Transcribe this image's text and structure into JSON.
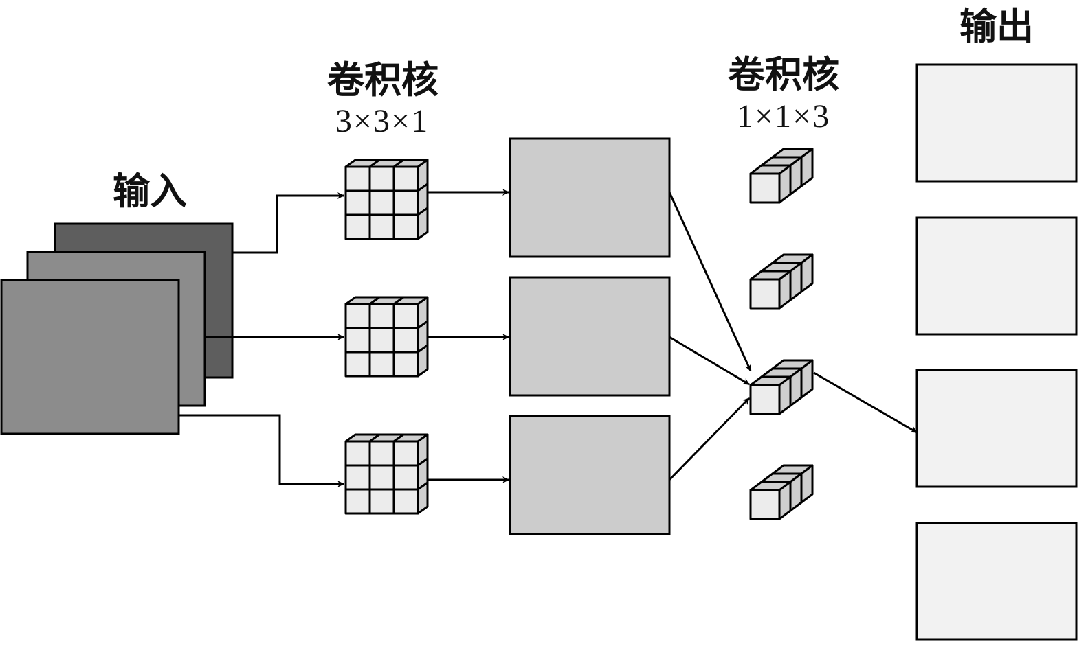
{
  "labels": {
    "input": "输入",
    "kernel_3x3": "卷积核",
    "kernel_3x3_dims": "3×3×1",
    "kernel_1x1": "卷积核",
    "kernel_1x1_dims": "1×1×3",
    "output": "输出"
  },
  "colors": {
    "line": "#000000",
    "input_back": "#5e5e5e",
    "input_mid": "#8c8c8c",
    "input_front": "#8c8c8c",
    "kernel_face": "#ececec",
    "kernel_side": "#cfcfcf",
    "feature_map": "#cccccc",
    "output_map": "#f2f2f2"
  },
  "structure": {
    "input_channels": 3,
    "depthwise_kernels": 3,
    "intermediate_maps": 3,
    "pointwise_kernels": 4,
    "output_maps": 4
  }
}
